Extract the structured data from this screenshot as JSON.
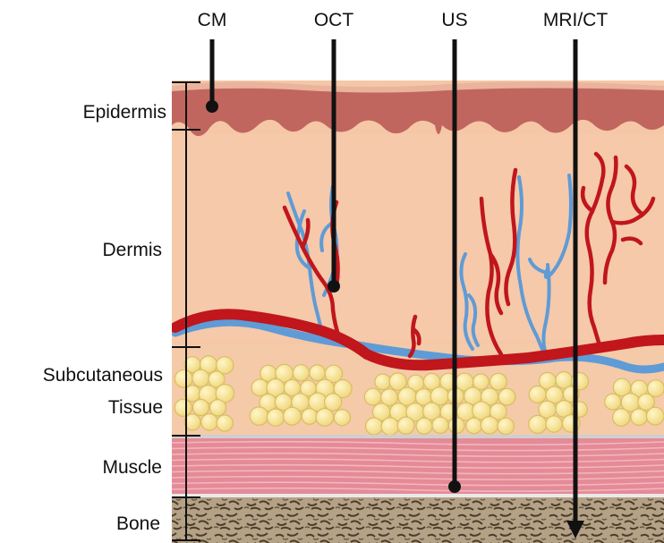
{
  "modalities": [
    {
      "label": "CM",
      "depth_layer": "Epidermis"
    },
    {
      "label": "OCT",
      "depth_layer": "Dermis"
    },
    {
      "label": "US",
      "depth_layer": "Muscle"
    },
    {
      "label": "MRI/CT",
      "depth_layer": "Bone"
    }
  ],
  "layers": [
    {
      "label_lines": [
        "Epidermis"
      ]
    },
    {
      "label_lines": [
        "Dermis"
      ]
    },
    {
      "label_lines": [
        "Subcutaneous",
        "Tissue"
      ]
    },
    {
      "label_lines": [
        "Muscle"
      ]
    },
    {
      "label_lines": [
        "Bone"
      ]
    }
  ],
  "colors": {
    "epidermis": "#c0665e",
    "epidermis_top": "#e9b39c",
    "dermis": "#f5c7a6",
    "dermis_light": "#f8d6bd",
    "fat_cell": "#f8e497",
    "fat_outline": "#d8be62",
    "muscle": "#e48b97",
    "muscle_line": "#f4b6be",
    "bone": "#a8957c",
    "bone_dark": "#4f4232",
    "artery": "#c0161c",
    "vein": "#5f9bd6",
    "probe": "#111111"
  }
}
